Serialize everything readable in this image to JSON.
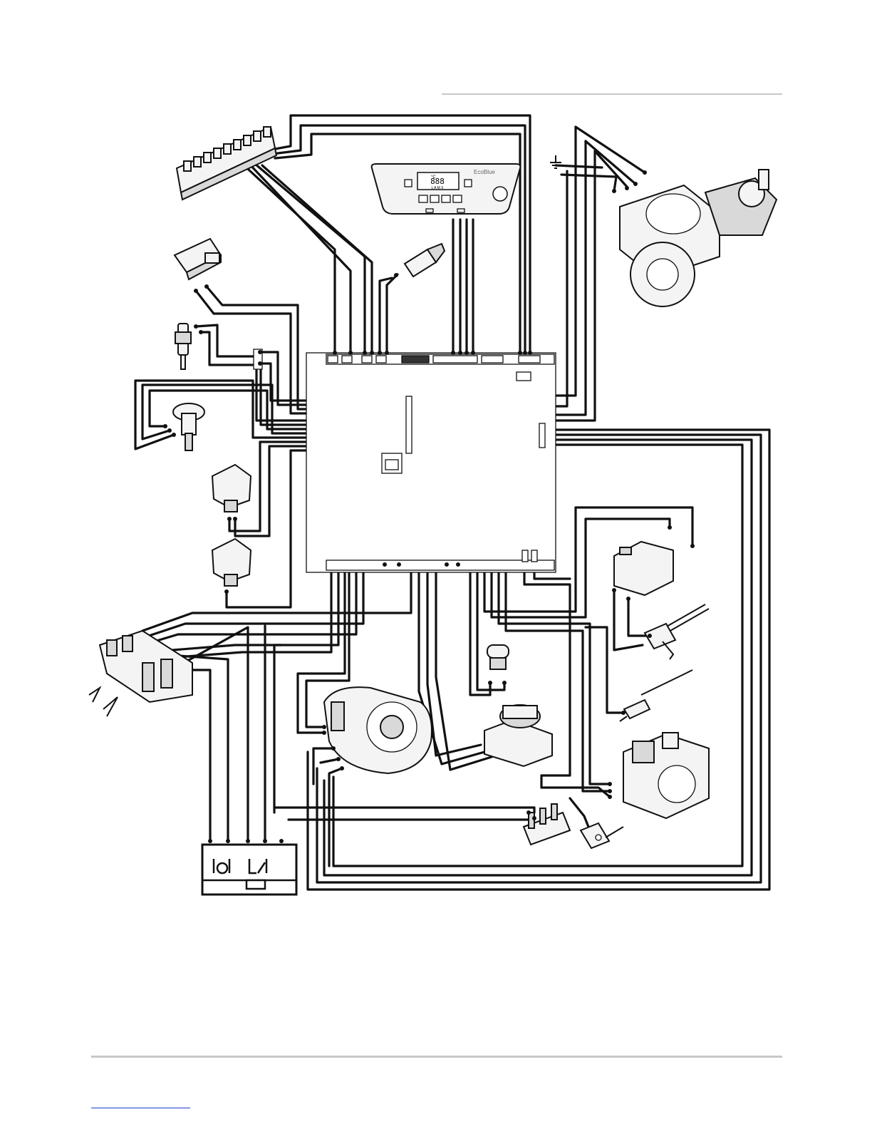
{
  "diagram": {
    "display": {
      "brand": "EcoBlue",
      "digits": "888",
      "mode_marks": "°C",
      "unit_row": "L A M X"
    },
    "earth_symbol": "earth-icon",
    "switch_box": {
      "symbols": [
        "pump-symbol",
        "switch-symbol"
      ]
    },
    "components": [
      "mains-terminal-block",
      "user-control-display",
      "flow-temperature-sensor",
      "pump",
      "fan-pressure-switch",
      "dhw-flow-sensor",
      "water-pressure-sensor",
      "diverter-microswitch-1",
      "diverter-microswitch-2",
      "external-terminal-block",
      "fan",
      "overheat-thermostat",
      "diverter-valve-actuator",
      "spark-generator",
      "spark-electrode",
      "flame-sense-electrode",
      "gas-valve",
      "earth-tag",
      "main-pcb"
    ]
  }
}
